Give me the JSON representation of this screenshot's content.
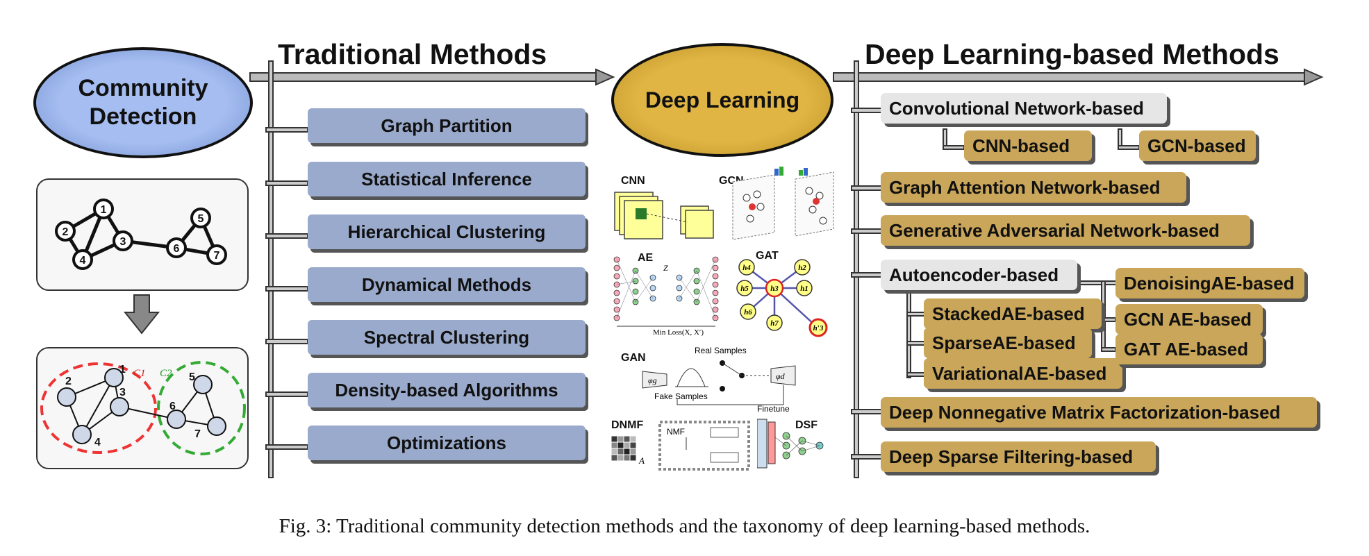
{
  "left": {
    "ellipse_label": "Community Detection",
    "graph_nodes": [
      "1",
      "2",
      "3",
      "4",
      "5",
      "6",
      "7"
    ],
    "community_labels": [
      "C1",
      "C2"
    ]
  },
  "traditional": {
    "title": "Traditional Methods",
    "items": [
      "Graph Partition",
      "Statistical Inference",
      "Hierarchical Clustering",
      "Dynamical Methods",
      "Spectral Clustering",
      "Density-based Algorithms",
      "Optimizations"
    ]
  },
  "center": {
    "ellipse_label": "Deep Learning",
    "thumb_labels": {
      "cnn": "CNN",
      "gcn": "GCN",
      "ae": "AE",
      "ae_loss": "Min Loss(X, X′)",
      "ae_z": "Z",
      "gat": "GAT",
      "gan": "GAN",
      "gan_real": "Real Samples",
      "gan_fake": "Fake Samples",
      "gan_finetune": "Finetune",
      "gan_g": "φg",
      "gan_d": "φd",
      "dnmf": "DNMF",
      "dnmf_a": "A",
      "dnmf_nmf": "NMF",
      "dsf": "DSF",
      "gat_nodes": [
        "h4",
        "h2",
        "h5",
        "h3",
        "h1",
        "h6",
        "h7",
        "h′3"
      ]
    }
  },
  "deep": {
    "title": "Deep Learning-based Methods",
    "conv": "Convolutional Network-based",
    "cnn": "CNN-based",
    "gcn": "GCN-based",
    "gat": "Graph Attention Network-based",
    "gan": "Generative Adversarial Network-based",
    "ae": "Autoencoder-based",
    "ae_left": [
      "StackedAE-based",
      "SparseAE-based",
      "VariationalAE-based"
    ],
    "ae_right": [
      "DenoisingAE-based",
      "GCN AE-based",
      "GAT AE-based"
    ],
    "dnmf": "Deep Nonnegative Matrix Factorization-based",
    "dsf": "Deep Sparse Filtering-based"
  },
  "caption": "Fig. 3: Traditional community detection methods and the taxonomy of deep learning-based methods.",
  "colors": {
    "trad_box": "#9aaacc",
    "dl_box": "#c9a65a",
    "grey_box": "#e6e6e6",
    "community_ellipse": "#93b0e8",
    "dl_ellipse": "#d8aa33"
  }
}
